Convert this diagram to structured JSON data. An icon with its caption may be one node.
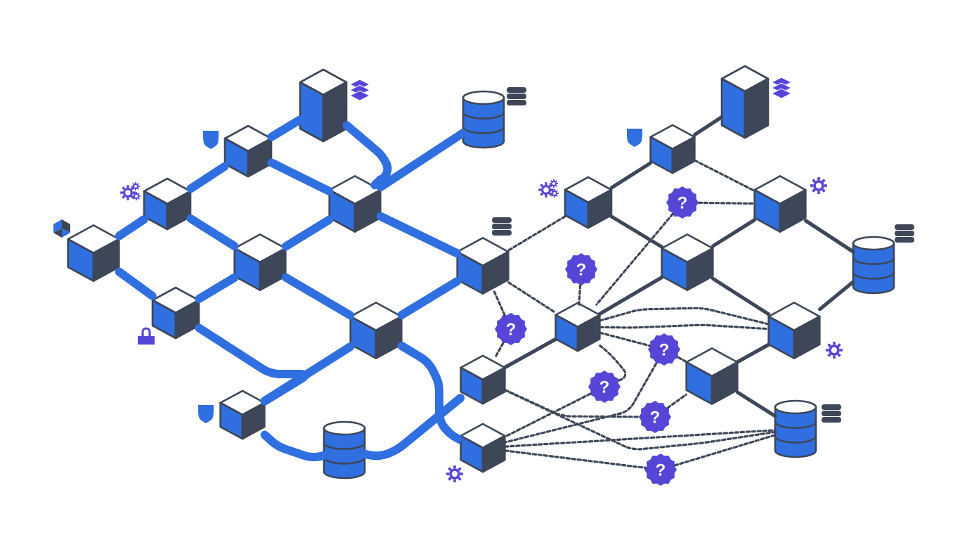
{
  "diagram": {
    "nodes": [
      {
        "text": [],
        "shape": "cube"
      },
      {
        "text": [],
        "shape": "cube"
      },
      {
        "text": [],
        "shape": "cylinder"
      },
      {
        "text": [],
        "shape": "cube"
      },
      {
        "text": [],
        "shape": "cube"
      },
      {
        "text": [],
        "shape": "cube"
      },
      {
        "text": [],
        "shape": "cube"
      },
      {
        "text": [],
        "shape": "cube"
      },
      {
        "text": [],
        "shape": "cube"
      },
      {
        "text": [],
        "shape": "cube"
      },
      {
        "text": [],
        "shape": "cube"
      },
      {
        "text": [],
        "shape": "cylinder"
      },
      {
        "text": [],
        "shape": "cube"
      },
      {
        "text": [],
        "shape": "cube"
      },
      {
        "text": [],
        "shape": "cube"
      },
      {
        "text": [],
        "shape": "cube"
      },
      {
        "text": [],
        "shape": "cube"
      },
      {
        "text": [
          "?"
        ]
      },
      {
        "text": [],
        "shape": "cube"
      },
      {
        "text": [
          "?"
        ]
      },
      {
        "text": [],
        "shape": "cube"
      },
      {
        "text": [],
        "shape": "cylinder"
      },
      {
        "text": [
          "?"
        ]
      },
      {
        "text": [],
        "shape": "cube"
      },
      {
        "text": [],
        "shape": "cube"
      },
      {
        "text": [
          "?"
        ]
      },
      {
        "text": [],
        "shape": "cube"
      },
      {
        "text": [
          "?"
        ]
      },
      {
        "text": [
          "?"
        ]
      },
      {
        "text": [],
        "shape": "cylinder"
      },
      {
        "text": [
          "?"
        ]
      }
    ],
    "edges": [
      {
        "from": 0,
        "to": 1,
        "arrow": "none",
        "style": "thick",
        "color": "#2f6fe0"
      },
      {
        "from": 1,
        "to": 3,
        "arrow": "none",
        "style": "thick",
        "color": "#2f6fe0"
      },
      {
        "from": 3,
        "to": 5,
        "arrow": "none",
        "style": "thick",
        "color": "#2f6fe0"
      },
      {
        "from": 5,
        "to": 8,
        "arrow": "none",
        "style": "thick",
        "color": "#2f6fe0"
      },
      {
        "from": 8,
        "to": 6,
        "arrow": "none",
        "style": "thick",
        "color": "#2f6fe0"
      },
      {
        "from": 6,
        "to": 4,
        "arrow": "none",
        "style": "thick",
        "color": "#2f6fe0"
      },
      {
        "from": 4,
        "to": 2,
        "arrow": "none",
        "style": "thick",
        "color": "#2f6fe0"
      },
      {
        "from": 0,
        "to": 4,
        "arrow": "none",
        "style": "thick",
        "color": "#2f6fe0"
      },
      {
        "from": 1,
        "to": 4,
        "arrow": "none",
        "style": "thick",
        "color": "#2f6fe0"
      },
      {
        "from": 3,
        "to": 6,
        "arrow": "none",
        "style": "thick",
        "color": "#2f6fe0"
      },
      {
        "from": 6,
        "to": 9,
        "arrow": "none",
        "style": "thick",
        "color": "#2f6fe0"
      },
      {
        "from": 4,
        "to": 7,
        "arrow": "none",
        "style": "thick",
        "color": "#2f6fe0"
      },
      {
        "from": 7,
        "to": 9,
        "arrow": "none",
        "style": "thick",
        "color": "#2f6fe0"
      },
      {
        "from": 8,
        "to": 10,
        "arrow": "none",
        "style": "thick",
        "color": "#2f6fe0"
      },
      {
        "from": 9,
        "to": 10,
        "arrow": "none",
        "style": "thick",
        "color": "#2f6fe0"
      },
      {
        "from": 10,
        "to": 11,
        "arrow": "none",
        "style": "thick",
        "color": "#2f6fe0"
      },
      {
        "from": 11,
        "to": 12,
        "arrow": "none",
        "style": "thick",
        "color": "#2f6fe0"
      },
      {
        "from": 9,
        "to": 13,
        "arrow": "none",
        "style": "thick",
        "color": "#2f6fe0"
      },
      {
        "from": 12,
        "to": 23,
        "arrow": "none"
      },
      {
        "from": 23,
        "to": 20,
        "arrow": "none"
      },
      {
        "from": 20,
        "to": 18,
        "arrow": "none"
      },
      {
        "from": 14,
        "to": 15,
        "arrow": "none"
      },
      {
        "from": 15,
        "to": 16,
        "arrow": "none"
      },
      {
        "from": 16,
        "to": 20,
        "arrow": "none"
      },
      {
        "from": 20,
        "to": 24,
        "arrow": "none"
      },
      {
        "from": 18,
        "to": 21,
        "arrow": "none"
      },
      {
        "from": 21,
        "to": 24,
        "arrow": "none"
      },
      {
        "from": 24,
        "to": 26,
        "arrow": "none"
      },
      {
        "from": 26,
        "to": 29,
        "arrow": "none"
      },
      {
        "from": 15,
        "to": 18,
        "arrow": "none",
        "style": "dashed"
      },
      {
        "from": 17,
        "to": 18,
        "arrow": "none",
        "style": "dashed"
      },
      {
        "from": 16,
        "to": 7,
        "arrow": "none",
        "style": "dashed"
      },
      {
        "from": 7,
        "to": 23,
        "arrow": "none",
        "style": "dashed"
      },
      {
        "from": 7,
        "to": 22,
        "arrow": "none",
        "style": "dashed"
      },
      {
        "from": 22,
        "to": 12,
        "arrow": "none",
        "style": "dashed"
      },
      {
        "from": 19,
        "to": 23,
        "arrow": "none",
        "style": "dashed"
      },
      {
        "from": 17,
        "to": 23,
        "arrow": "none",
        "style": "dashed"
      },
      {
        "from": 23,
        "to": 24,
        "arrow": "none",
        "style": "dashed"
      },
      {
        "from": 23,
        "to": 25,
        "arrow": "none",
        "style": "dashed"
      },
      {
        "from": 25,
        "to": 26,
        "arrow": "none",
        "style": "dashed"
      },
      {
        "from": 23,
        "to": 27,
        "arrow": "none",
        "style": "dashed"
      },
      {
        "from": 27,
        "to": 13,
        "arrow": "none",
        "style": "dashed"
      },
      {
        "from": 25,
        "to": 13,
        "arrow": "none",
        "style": "dashed"
      },
      {
        "from": 28,
        "to": 26,
        "arrow": "none",
        "style": "dashed"
      },
      {
        "from": 12,
        "to": 28,
        "arrow": "none",
        "style": "dashed"
      },
      {
        "from": 12,
        "to": 29,
        "arrow": "none",
        "style": "dashed"
      },
      {
        "from": 13,
        "to": 29,
        "arrow": "none",
        "style": "dashed"
      },
      {
        "from": 13,
        "to": 30,
        "arrow": "none",
        "style": "dashed"
      },
      {
        "from": 30,
        "to": 29,
        "arrow": "none",
        "style": "dashed"
      },
      {
        "from": 23,
        "to": 24,
        "arrow": "none",
        "style": "dashed"
      }
    ]
  }
}
